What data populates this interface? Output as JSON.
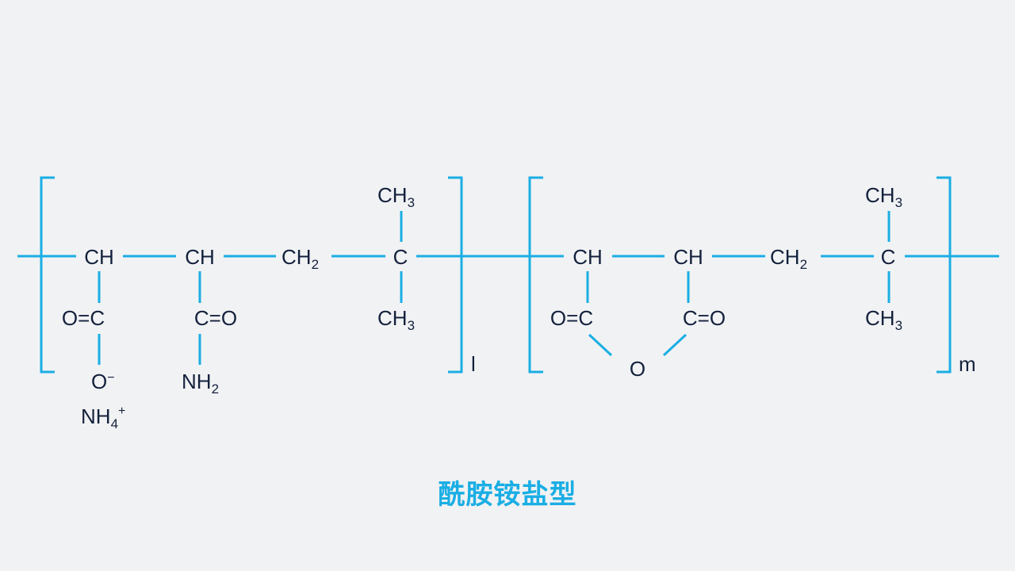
{
  "unit1": {
    "ch_a": "CH",
    "ch_b": "CH",
    "ch2": {
      "base": "CH",
      "sub": "2"
    },
    "c": "C",
    "ch3_top": {
      "base": "CH",
      "sub": "3"
    },
    "ch3_bottom": {
      "base": "CH",
      "sub": "3"
    },
    "carbonyl_left": "O=C",
    "carbonyl_right": "C=O",
    "oxide": {
      "base": "O",
      "sup": "−"
    },
    "amine": {
      "base": "NH",
      "sub": "2"
    },
    "ammonium": {
      "base": "NH",
      "sub": "4",
      "sup": "+"
    },
    "repeat_index": "l"
  },
  "unit2": {
    "ch_a": "CH",
    "ch_b": "CH",
    "ch2": {
      "base": "CH",
      "sub": "2"
    },
    "c": "C",
    "ch3_top": {
      "base": "CH",
      "sub": "3"
    },
    "ch3_bottom": {
      "base": "CH",
      "sub": "3"
    },
    "carbonyl_left": "O=C",
    "carbonyl_right": "C=O",
    "bridge_oxygen": "O",
    "repeat_index": "m"
  },
  "caption": "酰胺铵盐型",
  "colors": {
    "bond": "#1aaee4",
    "atom": "#14213d",
    "background": "#f1f2f4",
    "caption": "#1aaee4"
  }
}
